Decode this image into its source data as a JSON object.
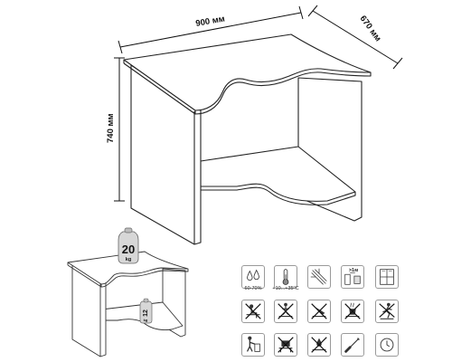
{
  "dimensions": {
    "width": "900 мм",
    "depth": "670 мм",
    "height": "740 мм"
  },
  "load_limits": {
    "desktop": {
      "value": "20",
      "unit": "kg"
    },
    "shelf": {
      "value": "12",
      "unit": "kg"
    }
  },
  "care_icons": {
    "row1": [
      {
        "icon": "humidity-drops-icon",
        "caption": "60-70%"
      },
      {
        "icon": "thermometer-icon",
        "caption": "+10...+35ºC"
      },
      {
        "icon": "sun-rays-icon",
        "caption": ""
      },
      {
        "icon": "distance-from-heater-icon",
        "caption": ">1м"
      },
      {
        "icon": "window-icon",
        "caption": ""
      }
    ],
    "row2": [
      {
        "icon": "no-sitting-on-table-icon"
      },
      {
        "icon": "no-standing-on-table-icon"
      },
      {
        "icon": "no-cutting-icon"
      },
      {
        "icon": "no-hot-items-icon"
      },
      {
        "icon": "no-climbing-icon"
      }
    ],
    "row3": [
      {
        "icon": "person-assembling-icon"
      },
      {
        "icon": "no-heavy-load-icon"
      },
      {
        "icon": "no-wet-cleaning-icon"
      },
      {
        "icon": "screwdriver-icon"
      },
      {
        "icon": "clock-icon"
      }
    ]
  }
}
